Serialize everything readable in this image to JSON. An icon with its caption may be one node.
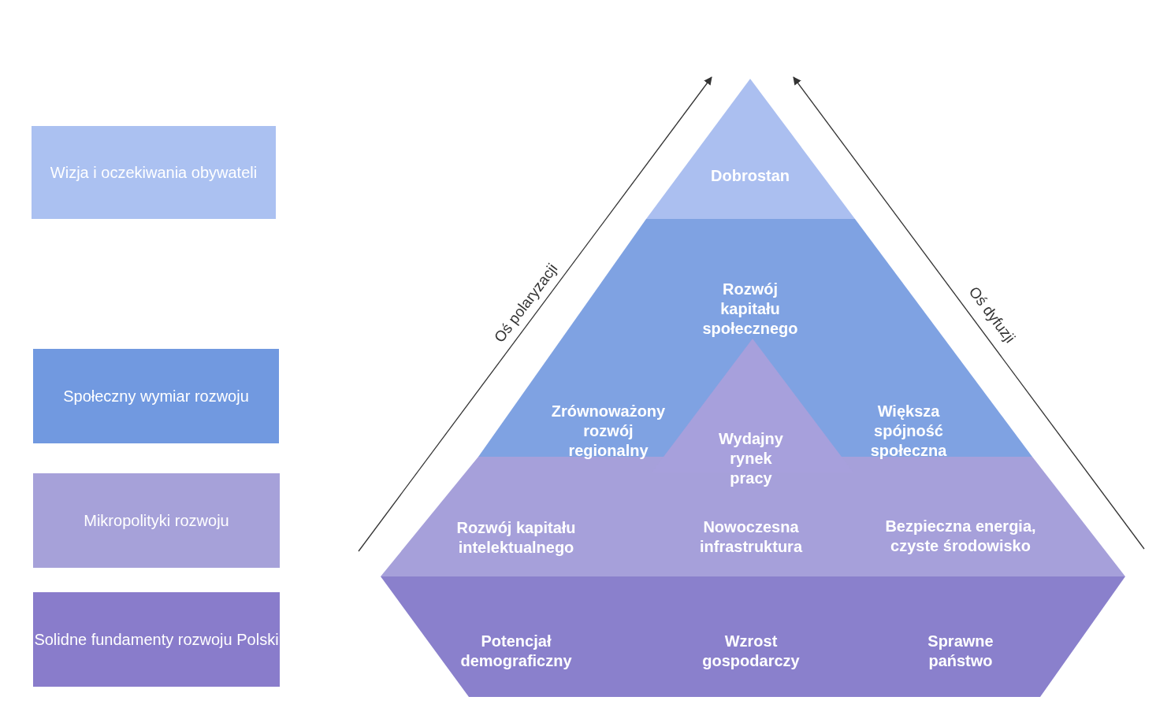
{
  "diagram": {
    "nodes": [
      {
        "text": [
          "Wizja i oczekiwania obywateli"
        ]
      },
      {
        "text": [
          "Społeczny wymiar rozwoju"
        ]
      },
      {
        "text": [
          "Mikropolityki rozwoju"
        ]
      },
      {
        "text": [
          "Solidne fundamenty rozwoju Polski"
        ]
      },
      {
        "text": [
          "Dobrostan"
        ]
      },
      {
        "text": [
          "Rozwój kapitału społecznego",
          "Zrównoważony rozwój regionalny",
          "Większa spójność społeczna"
        ]
      },
      {
        "text": [
          "Wydajny rynek pracy"
        ]
      },
      {
        "text": [
          "Rozwój kapitału intelektualnego",
          "Nowoczesna infrastruktura",
          "Bezpieczna energia, czyste środowisko"
        ]
      },
      {
        "text": [
          "Potencjał demograficzny",
          "Wzrost gospodarczy",
          "Sprawne państwo"
        ]
      }
    ],
    "labels": [
      "Oś polaryzacji",
      "Oś dyfuzji"
    ]
  }
}
